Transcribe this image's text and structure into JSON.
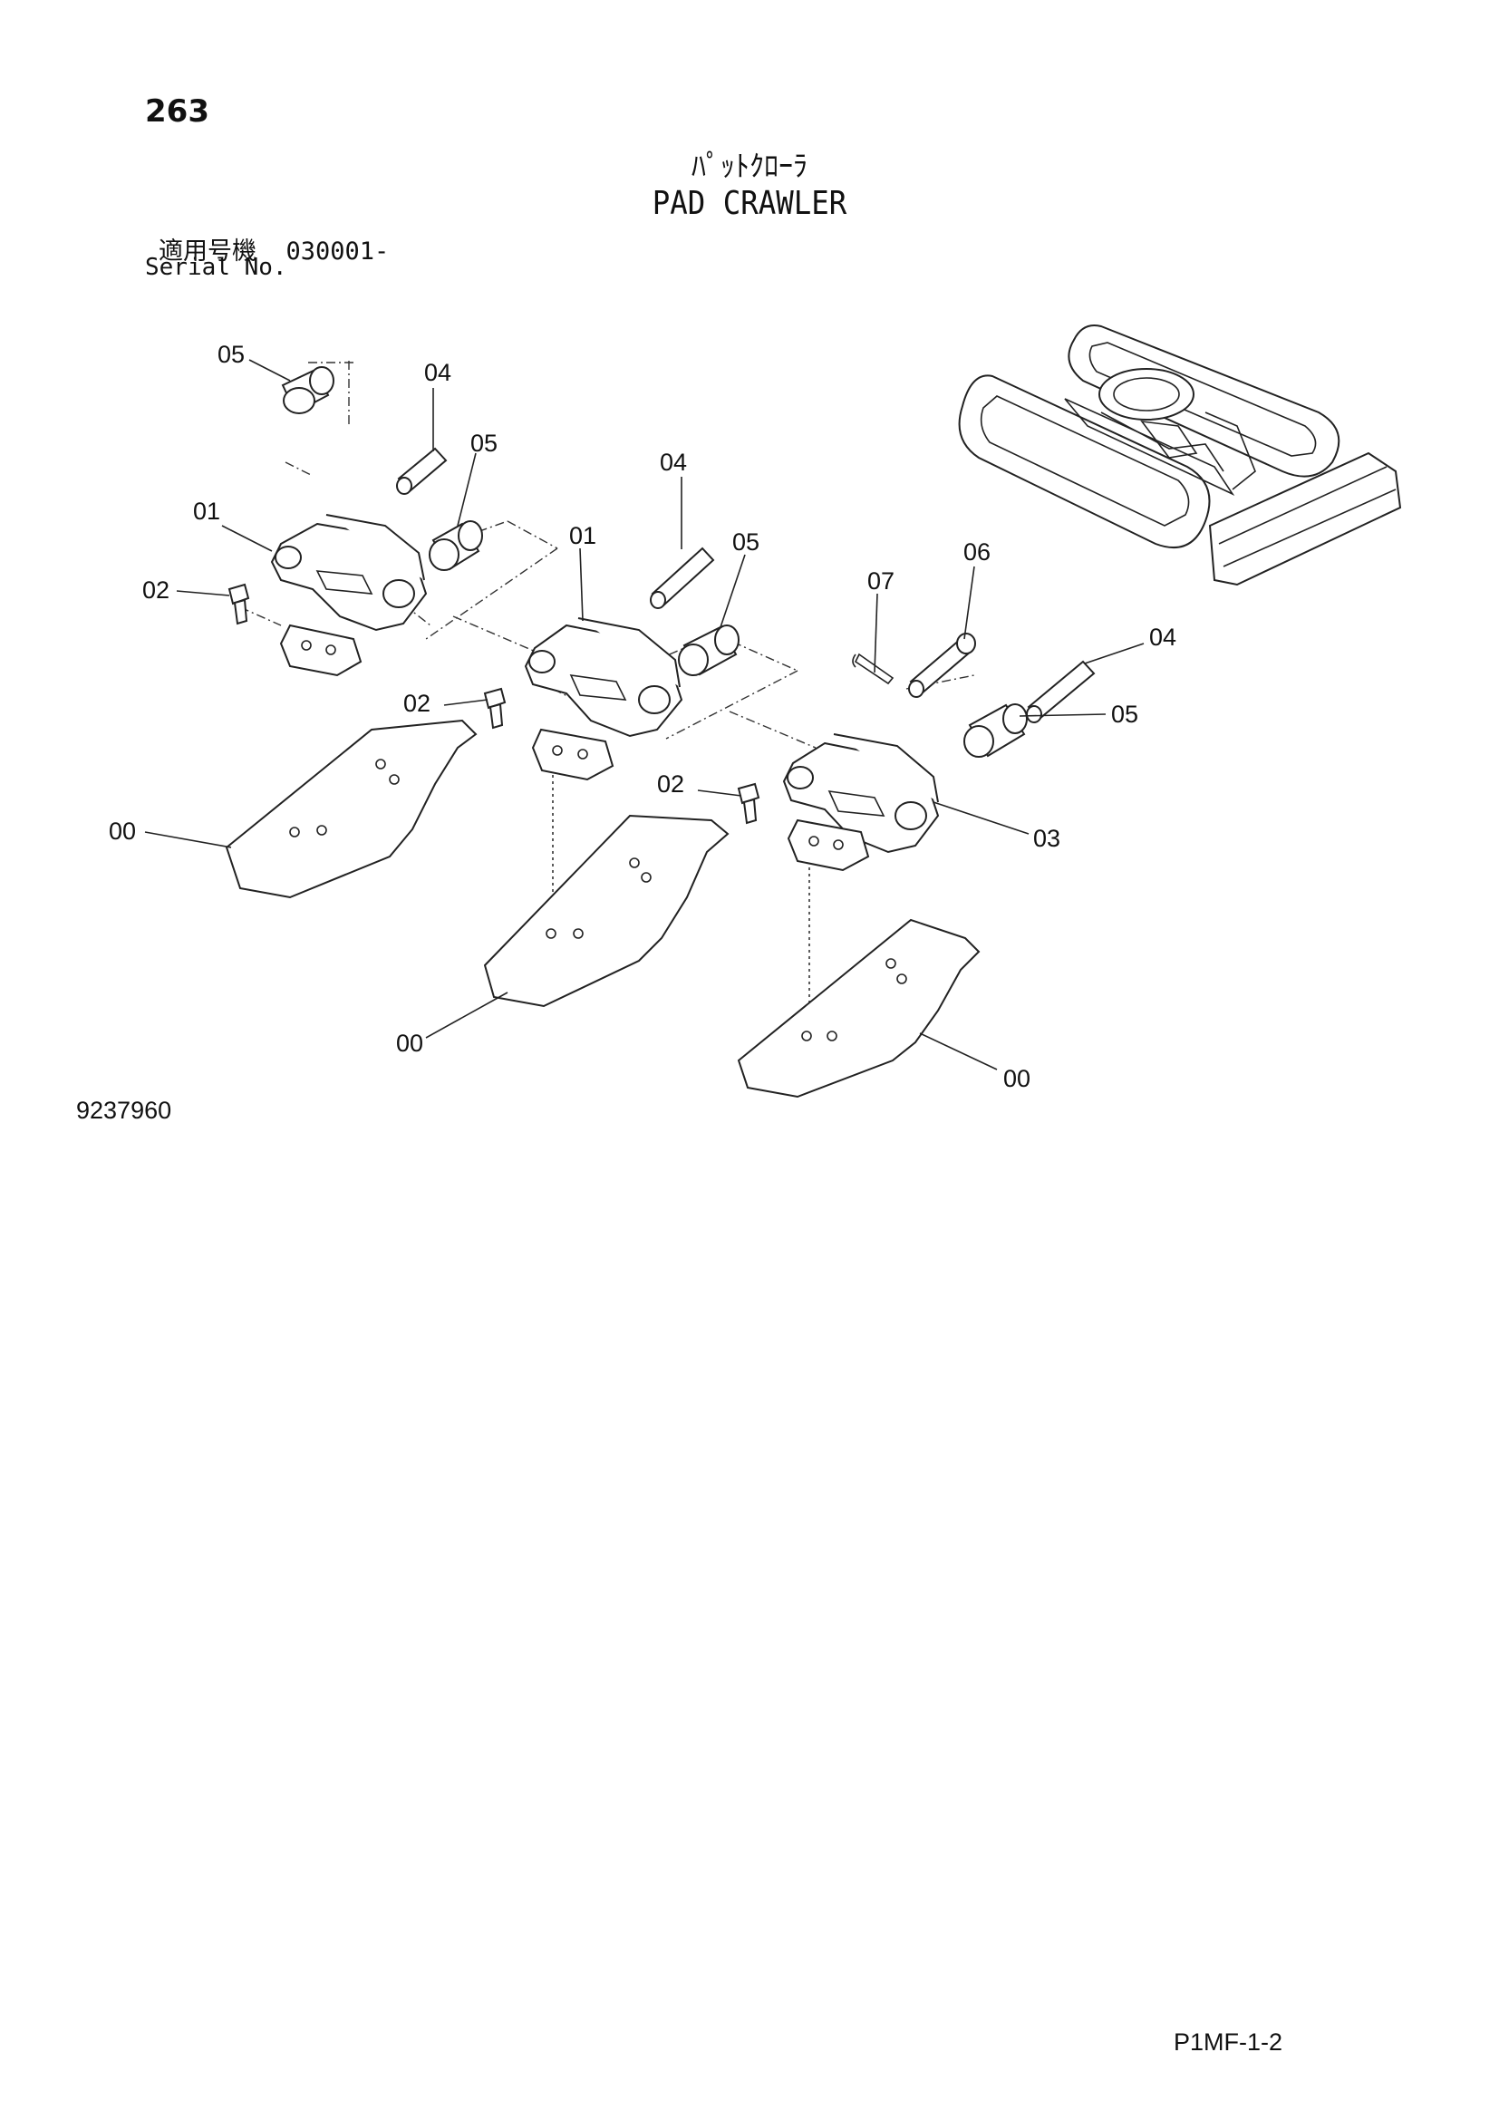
{
  "header": {
    "page_number": "263",
    "title_jp": "ﾊﾟｯﾄｸﾛｰﾗ",
    "title_en": "PAD CRAWLER",
    "serial_label_jp": "適用号機",
    "serial_value": "030001-",
    "serial_label_en": "Serial No."
  },
  "callouts": [
    {
      "label": "05",
      "part": "bushing"
    },
    {
      "label": "04",
      "part": "pin"
    },
    {
      "label": "05",
      "part": "bushing"
    },
    {
      "label": "01",
      "part": "link"
    },
    {
      "label": "02",
      "part": "bolt"
    },
    {
      "label": "04",
      "part": "pin"
    },
    {
      "label": "01",
      "part": "link"
    },
    {
      "label": "05",
      "part": "bushing"
    },
    {
      "label": "07",
      "part": "cotter-pin"
    },
    {
      "label": "06",
      "part": "master-pin"
    },
    {
      "label": "04",
      "part": "pin"
    },
    {
      "label": "02",
      "part": "bolt"
    },
    {
      "label": "05",
      "part": "bushing"
    },
    {
      "label": "02",
      "part": "bolt"
    },
    {
      "label": "03",
      "part": "master-link"
    },
    {
      "label": "00",
      "part": "pad"
    },
    {
      "label": "00",
      "part": "pad"
    },
    {
      "label": "00",
      "part": "pad"
    }
  ],
  "footer": {
    "drawing_number": "9237960",
    "page_code": "P1MF-1-2"
  }
}
